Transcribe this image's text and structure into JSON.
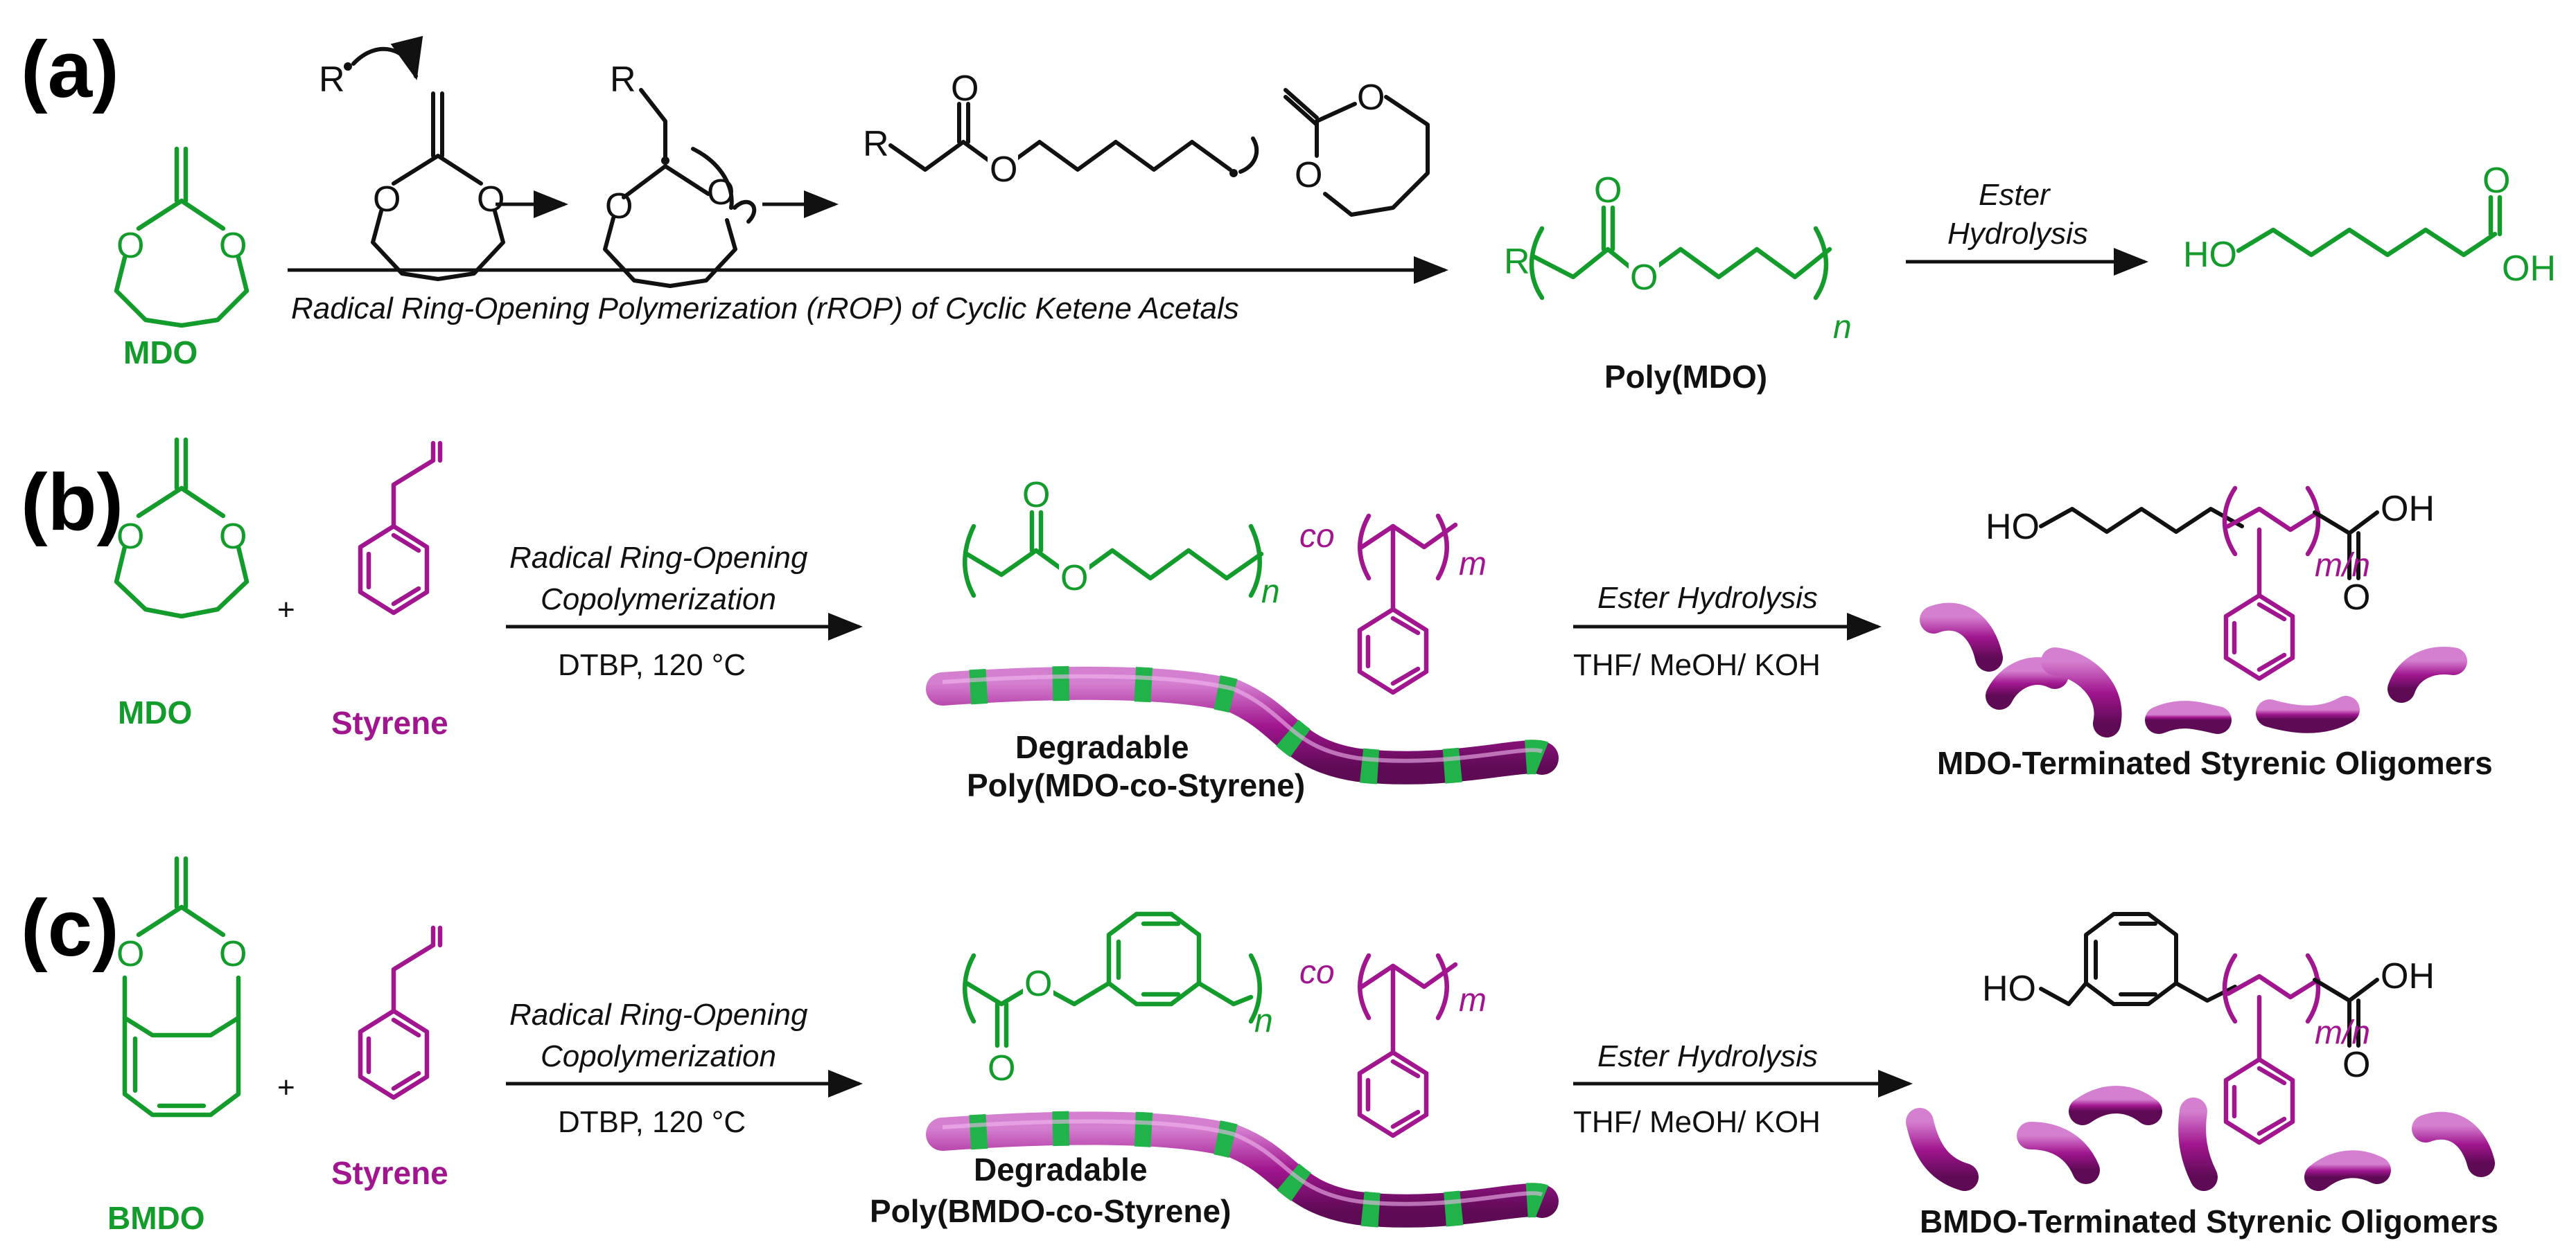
{
  "colors": {
    "mdo_green": "#139c2c",
    "styrene_magenta": "#a1168f",
    "text_black": "#111111"
  },
  "panel_a": {
    "label": "(a)",
    "mdo_label": "MDO",
    "r_atom": "R",
    "o_atom": "O",
    "arrow_caption": "Radical Ring-Opening Polymerization (rROP) of Cyclic Ketene Acetals",
    "polymer_r": "R",
    "polymer_n": "n",
    "polymer_label": "Poly(MDO)",
    "hydrolysis_line1": "Ester",
    "hydrolysis_line2": "Hydrolysis",
    "product_ho": "HO",
    "product_oh": "OH"
  },
  "panel_b": {
    "label": "(b)",
    "monomer_label": "MDO",
    "plus": "+",
    "styrene_label": "Styrene",
    "cond_line1": "Radical Ring-Opening",
    "cond_line2": "Copolymerization",
    "cond_line3": "DTBP, 120 °C",
    "co": "co",
    "n": "n",
    "m": "m",
    "degradable": "Degradable",
    "polymer_label": "Poly(MDO-co-Styrene)",
    "hydrolysis": "Ester Hydrolysis",
    "hydrolysis_cond": "THF/ MeOH/ KOH",
    "product_ho": "HO",
    "product_oh": "OH",
    "mn": "m/n",
    "oligomer_label": "MDO-Terminated Styrenic Oligomers"
  },
  "panel_c": {
    "label": "(c)",
    "monomer_label": "BMDO",
    "plus": "+",
    "styrene_label": "Styrene",
    "cond_line1": "Radical Ring-Opening",
    "cond_line2": "Copolymerization",
    "cond_line3": "DTBP, 120 °C",
    "co": "co",
    "n": "n",
    "m": "m",
    "degradable": "Degradable",
    "polymer_label": "Poly(BMDO-co-Styrene)",
    "hydrolysis": "Ester Hydrolysis",
    "hydrolysis_cond": "THF/ MeOH/ KOH",
    "product_ho": "HO",
    "product_oh": "OH",
    "mn": "m/n",
    "oligomer_label": "BMDO-Terminated Styrenic Oligomers"
  }
}
